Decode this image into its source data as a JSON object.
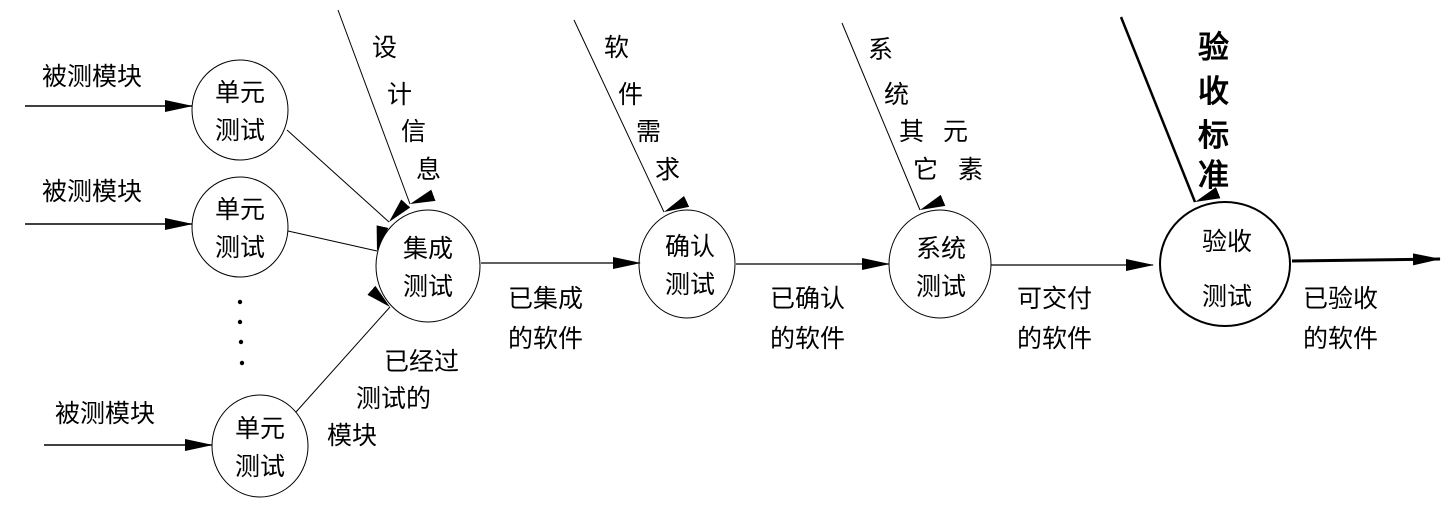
{
  "diagram": {
    "inputs": [
      "被测模块",
      "被测模块",
      "被测模块"
    ],
    "nodes": {
      "unit1": [
        "单元",
        "测试"
      ],
      "unit2": [
        "单元",
        "测试"
      ],
      "unit3": [
        "单元",
        "测试"
      ],
      "integration": [
        "集成",
        "测试"
      ],
      "validation": [
        "确认",
        "测试"
      ],
      "system": [
        "系统",
        "测试"
      ],
      "acceptance": [
        "验收",
        "测试"
      ]
    },
    "side_inputs": {
      "design_info": [
        "设",
        "计",
        "信",
        "息"
      ],
      "software_requirements": [
        "软",
        "件",
        "需",
        "求"
      ],
      "other_system_elements": [
        "系",
        "统",
        "其",
        "元",
        "它",
        "素"
      ],
      "acceptance_criteria": [
        "验",
        "收",
        "标",
        "准"
      ]
    },
    "edge_labels": {
      "tested_modules": [
        "已经过",
        "测试的",
        "模块"
      ],
      "integrated_software": [
        "已集成",
        "的软件"
      ],
      "validated_software": [
        "已确认",
        "的软件"
      ],
      "deliverable_software": [
        "可交付",
        "的软件"
      ],
      "accepted_software": [
        "已验收",
        "的软件"
      ]
    }
  }
}
